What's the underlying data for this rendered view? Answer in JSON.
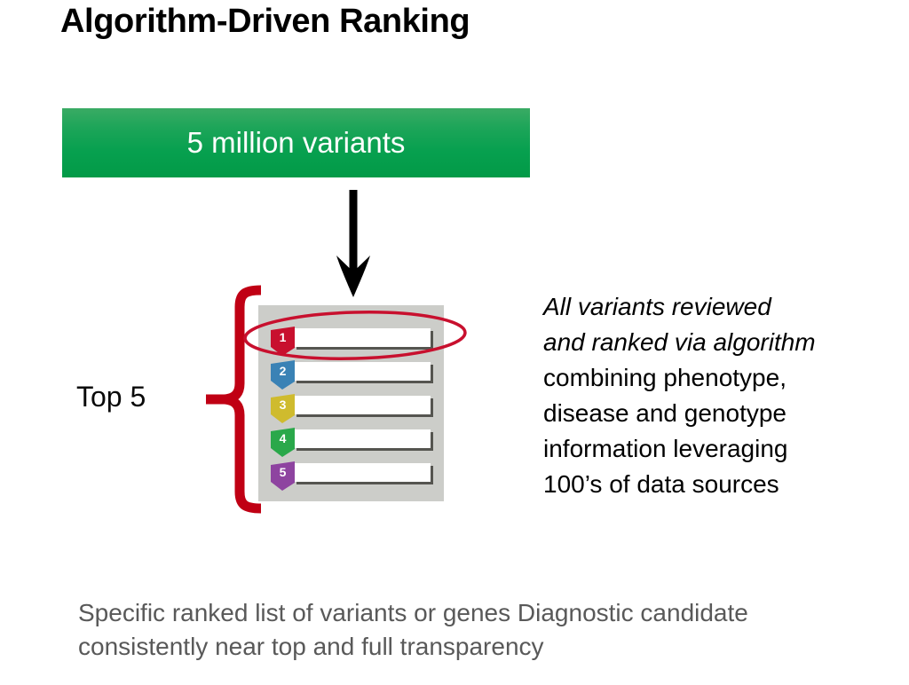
{
  "slide": {
    "title": "Algorithm-Driven Ranking",
    "background_color": "#ffffff"
  },
  "banner": {
    "label": "5 million variants",
    "gradient_top": "#3aab64",
    "gradient_bottom": "#029a47",
    "text_color": "#ffffff"
  },
  "arrow": {
    "icon": "down-arrow-icon",
    "color": "#000000",
    "direction": "down"
  },
  "bracket": {
    "label": "Top 5",
    "icon": "left-curly-brace-icon",
    "color": "#c00014"
  },
  "ranked_list": {
    "panel_color": "#cccdc9",
    "bar_color": "#ffffff",
    "bar_shadow_color": "#555550",
    "highlight": {
      "icon": "red-ellipse-highlight",
      "color": "#c8102e",
      "target_rank": 1
    },
    "items": [
      {
        "rank": "1",
        "color": "#c8102e"
      },
      {
        "rank": "2",
        "color": "#3a82b5"
      },
      {
        "rank": "3",
        "color": "#cfbb2e"
      },
      {
        "rank": "4",
        "color": "#2aa84a"
      },
      {
        "rank": "5",
        "color": "#8e44a0"
      }
    ]
  },
  "description": {
    "emphasis_lines": [
      "All variants reviewed",
      "and ranked via algorithm"
    ],
    "plain_lines": [
      "combining phenotype,",
      "disease and genotype",
      "information leveraging",
      "100’s of data sources"
    ]
  },
  "caption": {
    "color": "#595959",
    "lines": [
      "Specific ranked list of variants or genes Diagnostic candidate",
      "consistently near top and full transparency"
    ]
  }
}
